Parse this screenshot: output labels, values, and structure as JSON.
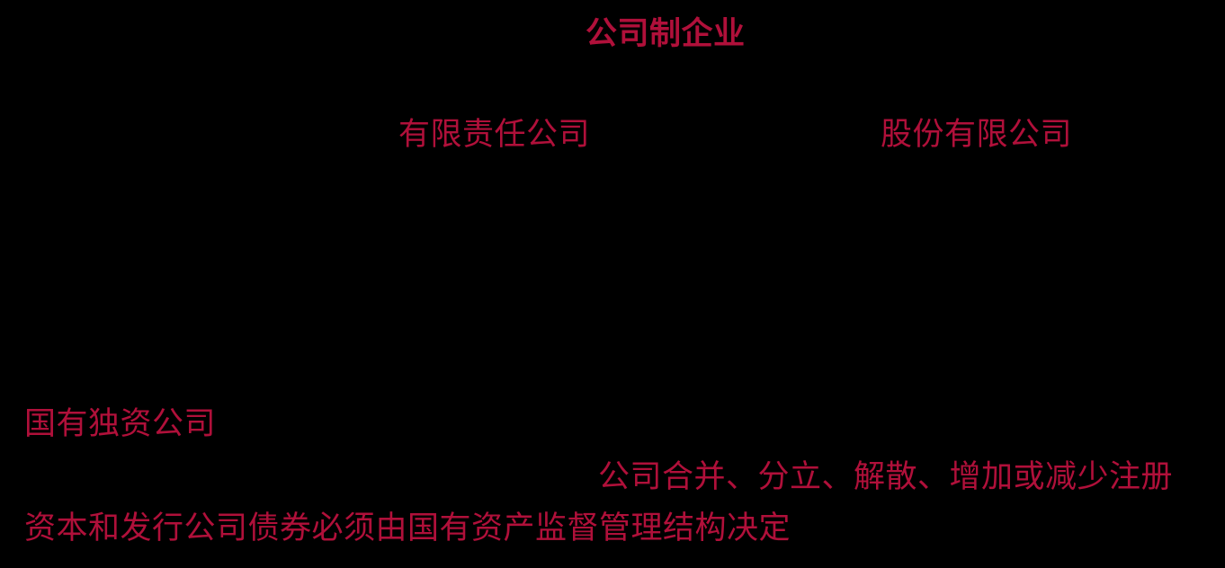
{
  "diagram": {
    "root": {
      "label": "公司制企业"
    },
    "branches": [
      {
        "label": "有限责任公司"
      },
      {
        "label": "股份有限公司"
      }
    ],
    "sub_branch": {
      "label": "国有独资公司"
    },
    "note": {
      "line1": "公司合并、分立、解散、增加或减少注册",
      "line2": "资本和发行公司债券必须由国有资产监督管理结构决定"
    }
  },
  "colors": {
    "background": "#000000",
    "text": "#B0103A"
  }
}
